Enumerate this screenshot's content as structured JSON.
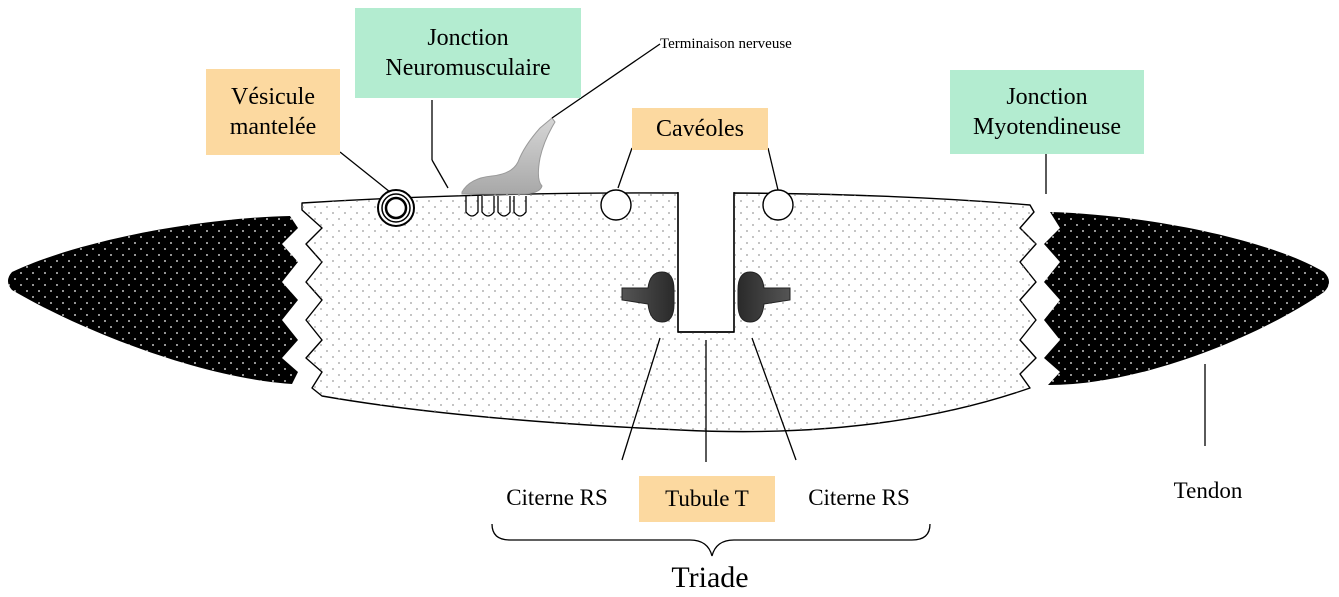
{
  "labels": {
    "vesicule": "Vésicule\nmantelée",
    "jonction_neuro": "Jonction\nNeuromusculaire",
    "terminaison": "Terminaison nerveuse",
    "caveoles": "Cavéoles",
    "jonction_myo": "Jonction\nMyotendineuse",
    "citerne_left": "Citerne RS",
    "tubule": "Tubule T",
    "citerne_right": "Citerne RS",
    "tendon": "Tendon",
    "triade": "Triade"
  },
  "colors": {
    "tan_box": "#fcd9a0",
    "green_box": "#b3ecd0",
    "tendon_fill": "#000000",
    "fiber_fill": "#ffffff",
    "nerve_fill": "#b5b5b5",
    "cistern_fill": "#3d3d3d"
  }
}
